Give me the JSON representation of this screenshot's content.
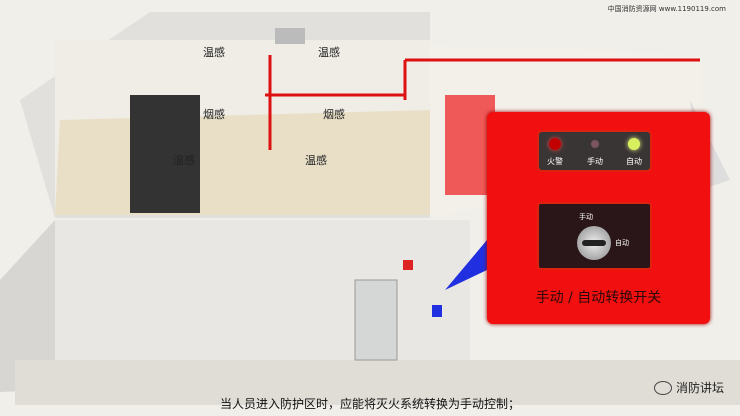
{
  "watermark": "中国消防资源网 www.1190119.com",
  "sensors": [
    "温感",
    "温感",
    "烟感",
    "烟感",
    "温感",
    "温感"
  ],
  "panel": {
    "leds": [
      {
        "label": "火警",
        "color": "#c00000"
      },
      {
        "label": "手动",
        "color": "#7a5560"
      },
      {
        "label": "自动",
        "color": "#d8f060"
      }
    ],
    "switch_manual": "手动",
    "switch_auto": "自动",
    "title": "手动 / 自动转换开关"
  },
  "caption": "当人员进入防护区时，应能将灭火系统转换为手动控制；",
  "logo": "消防讲坛"
}
